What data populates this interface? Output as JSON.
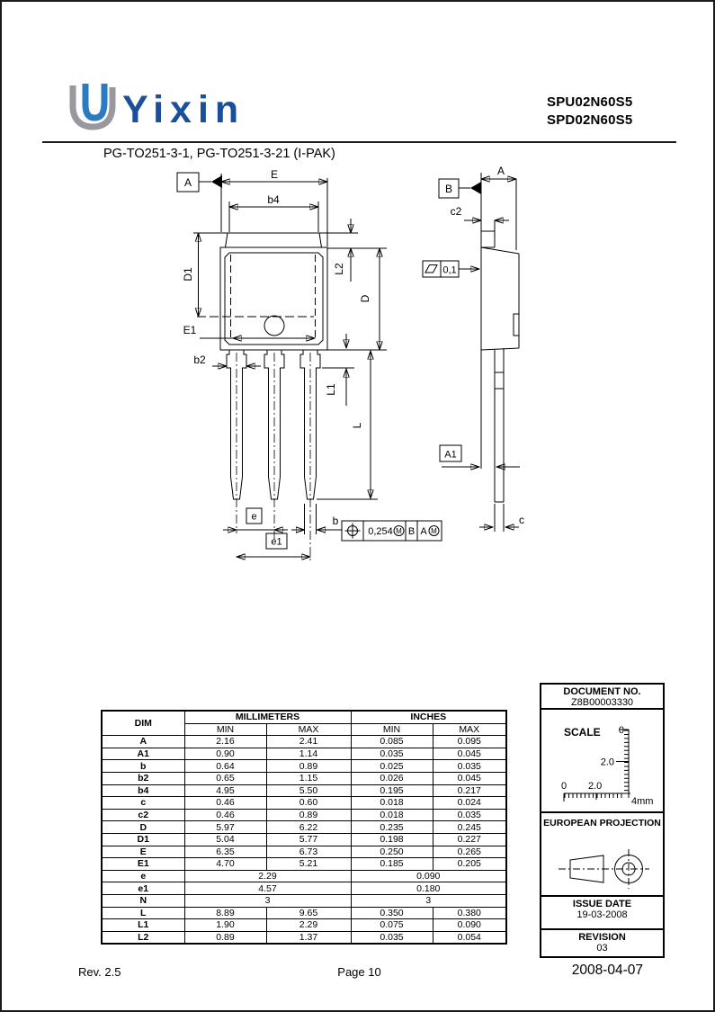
{
  "header": {
    "logo_text": "Yixin",
    "logo_colors": {
      "gray": "#98989e",
      "blue": "#2b7bc0",
      "text": "#1b4f9c"
    },
    "part_number_1": "SPU02N60S5",
    "part_number_2": "SPD02N60S5",
    "package_title": "PG-TO251-3-1, PG-TO251-3-21 (I-PAK)"
  },
  "drawing": {
    "labels": {
      "dim_E": "E",
      "dim_b4": "b4",
      "dim_D1": "D1",
      "dim_E1": "E1",
      "dim_b2": "b2",
      "dim_L2": "L2",
      "dim_D": "D",
      "dim_L1": "L1",
      "dim_L": "L",
      "dim_e": "e",
      "dim_e1": "e1",
      "dim_b": "b",
      "datum_a": "A",
      "datum_b": "B",
      "datum_a1": "A1",
      "dim_A": "A",
      "dim_c2": "c2",
      "dim_c": "c",
      "flatness_value": "0,1",
      "tol_value": "0,254",
      "tol_m1": "M",
      "tol_datum_b": "B",
      "tol_datum_a": "A",
      "tol_m2": "M"
    }
  },
  "table": {
    "header_dim": "DIM",
    "header_mm": "MILLIMETERS",
    "header_in": "INCHES",
    "header_min": "MIN",
    "header_max": "MAX",
    "rows": [
      {
        "dim": "A",
        "mm_min": "2.16",
        "mm_max": "2.41",
        "in_min": "0.085",
        "in_max": "0.095"
      },
      {
        "dim": "A1",
        "mm_min": "0.90",
        "mm_max": "1.14",
        "in_min": "0.035",
        "in_max": "0.045"
      },
      {
        "dim": "b",
        "mm_min": "0.64",
        "mm_max": "0.89",
        "in_min": "0.025",
        "in_max": "0.035"
      },
      {
        "dim": "b2",
        "mm_min": "0.65",
        "mm_max": "1.15",
        "in_min": "0.026",
        "in_max": "0.045"
      },
      {
        "dim": "b4",
        "mm_min": "4.95",
        "mm_max": "5.50",
        "in_min": "0.195",
        "in_max": "0.217"
      },
      {
        "dim": "c",
        "mm_min": "0.46",
        "mm_max": "0.60",
        "in_min": "0.018",
        "in_max": "0.024"
      },
      {
        "dim": "c2",
        "mm_min": "0.46",
        "mm_max": "0.89",
        "in_min": "0.018",
        "in_max": "0.035"
      },
      {
        "dim": "D",
        "mm_min": "5.97",
        "mm_max": "6.22",
        "in_min": "0.235",
        "in_max": "0.245"
      },
      {
        "dim": "D1",
        "mm_min": "5.04",
        "mm_max": "5.77",
        "in_min": "0.198",
        "in_max": "0.227"
      },
      {
        "dim": "E",
        "mm_min": "6.35",
        "mm_max": "6.73",
        "in_min": "0.250",
        "in_max": "0.265"
      },
      {
        "dim": "E1",
        "mm_min": "4.70",
        "mm_max": "5.21",
        "in_min": "0.185",
        "in_max": "0.205"
      },
      {
        "dim": "e",
        "span": true,
        "mm": "2.29",
        "inch": "0.090"
      },
      {
        "dim": "e1",
        "span": true,
        "mm": "4.57",
        "inch": "0.180"
      },
      {
        "dim": "N",
        "span": true,
        "mm": "3",
        "inch": "3"
      },
      {
        "dim": "L",
        "mm_min": "8.89",
        "mm_max": "9.65",
        "in_min": "0.350",
        "in_max": "0.380"
      },
      {
        "dim": "L1",
        "mm_min": "1.90",
        "mm_max": "2.29",
        "in_min": "0.075",
        "in_max": "0.090"
      },
      {
        "dim": "L2",
        "mm_min": "0.89",
        "mm_max": "1.37",
        "in_min": "0.035",
        "in_max": "0.054"
      }
    ]
  },
  "info_box": {
    "document_no_label": "DOCUMENT NO.",
    "document_no": "Z8B00003330",
    "scale_label": "SCALE",
    "scale_ruler": {
      "v_zero": "0",
      "v_mid": "2.0",
      "h_zero": "0",
      "h_mid": "2.0",
      "corner": "4mm"
    },
    "projection_label": "EUROPEAN PROJECTION",
    "issue_date_label": "ISSUE DATE",
    "issue_date": "19-03-2008",
    "revision_label": "REVISION",
    "revision": "03"
  },
  "footer": {
    "rev": "Rev. 2.5",
    "page": "Page 10",
    "date": "2008-04-07"
  }
}
